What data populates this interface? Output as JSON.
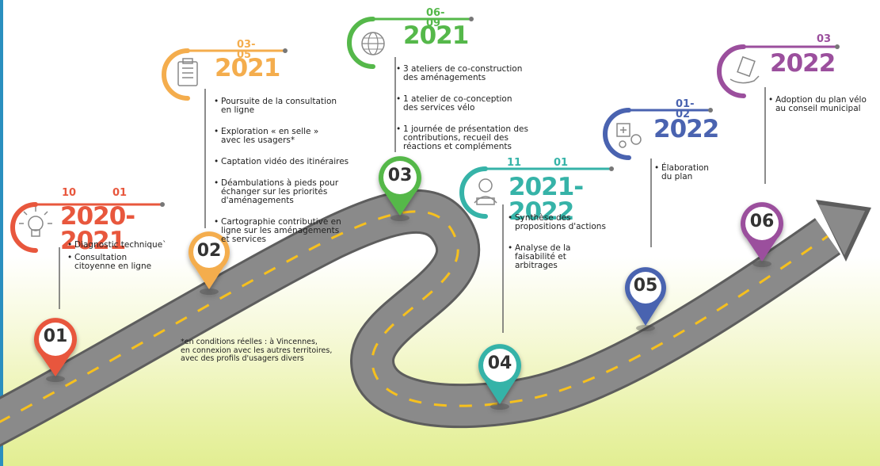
{
  "colors": {
    "step1": "#e8573d",
    "step2": "#f4ad4d",
    "step3": "#55b84a",
    "step4": "#36b3a8",
    "step5": "#4a63b0",
    "step6": "#9b4f9d",
    "road": "#8a8a8a",
    "road_dash": "#f6c01e"
  },
  "steps": [
    {
      "number": "01",
      "year": "2020-2021",
      "month_start": "10",
      "month_end": "01",
      "icon": "lightbulb-icon",
      "items": [
        "Diagnostic technique`",
        "Consultation\ncitoyenne en ligne"
      ]
    },
    {
      "number": "02",
      "year": "2021",
      "month_start": "03-05",
      "month_end": "",
      "icon": "clipboard-icon",
      "items": [
        "Poursuite de la consultation\nen ligne",
        "Exploration « en selle »\navec les usagers*",
        "Captation vidéo des itinéraires",
        "Déambulations à pieds pour\néchanger sur les priorités\nd'aménagements",
        "Cartographie contributive en\nligne sur les aménagements\net services"
      ]
    },
    {
      "number": "03",
      "year": "2021",
      "month_start": "06-09",
      "month_end": "",
      "icon": "globe-icon",
      "items": [
        "3 ateliers de co-construction\ndes aménagements",
        "1 atelier de co-conception\ndes services vélo",
        "1 journée de présentation des\ncontributions, recueil des\nréactions et compléments"
      ]
    },
    {
      "number": "04",
      "year": "2021-2022",
      "month_start": "11",
      "month_end": "01",
      "icon": "person-laptop-icon",
      "items": [
        "Synthèse des\npropositions d'actions",
        "Analyse de la\nfaisabilité et\narbitrages"
      ]
    },
    {
      "number": "05",
      "year": "2022",
      "month_start": "01-02",
      "month_end": "",
      "icon": "analysis-icon",
      "items": [
        "Élaboration\ndu plan"
      ]
    },
    {
      "number": "06",
      "year": "2022",
      "month_start": "03",
      "month_end": "",
      "icon": "hand-document-icon",
      "items": [
        "Adoption du plan vélo\nau conseil municipal"
      ]
    }
  ],
  "footnote": [
    "*en conditions réelles : à Vincennes,",
    "en connexion avec les autres territoires,",
    "avec des profils d'usagers divers"
  ]
}
